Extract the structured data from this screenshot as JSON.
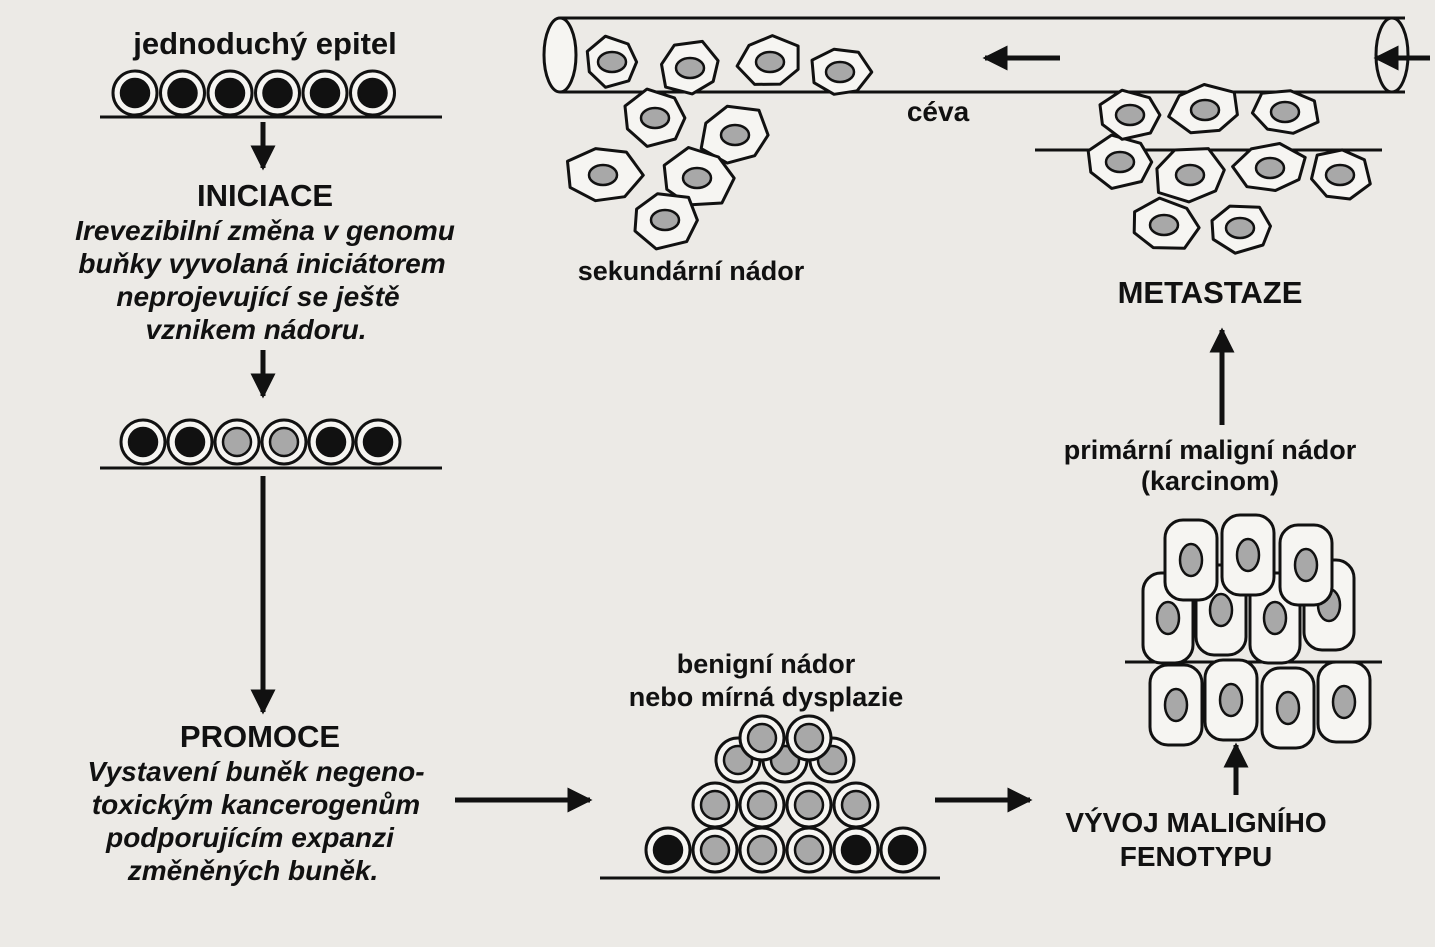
{
  "labels": {
    "simple_epithelium": "jednoduchý epitel",
    "initiation_title": "INICIACE",
    "initiation_desc": [
      "Irevezibilní změna v genomu",
      "buňky vyvolaná iniciátorem",
      "neprojevující se ještě",
      "vznikem nádoru."
    ],
    "promotion_title": "PROMOCE",
    "promotion_desc": [
      "Vystavení buněk negeno-",
      "toxickým kancerogenům",
      "podporujícím expanzi",
      "změněných buněk."
    ],
    "benign_tumor": [
      "benigní nádor",
      "nebo mírná dysplazie"
    ],
    "malignant_phenotype": [
      "VÝVOJ MALIGNÍHO",
      "FENOTYPU"
    ],
    "primary_tumor": [
      "primární maligní nádor",
      "(karcinom)"
    ],
    "metastasis": "METASTAZE",
    "vessel": "céva",
    "secondary_tumor": "sekundární nádor"
  },
  "colors": {
    "background": "#eceae6",
    "ink": "#111111",
    "normal_nucleus": "#111111",
    "altered_nucleus": "#a8a8a8"
  },
  "cell_states": {
    "epithelium_initial": [
      "normal",
      "normal",
      "normal",
      "normal",
      "normal",
      "normal"
    ],
    "epithelium_initiated": [
      "normal",
      "normal",
      "altered",
      "altered",
      "normal",
      "normal"
    ],
    "benign_base_row": [
      "normal",
      "altered",
      "altered",
      "altered",
      "normal",
      "normal"
    ]
  }
}
